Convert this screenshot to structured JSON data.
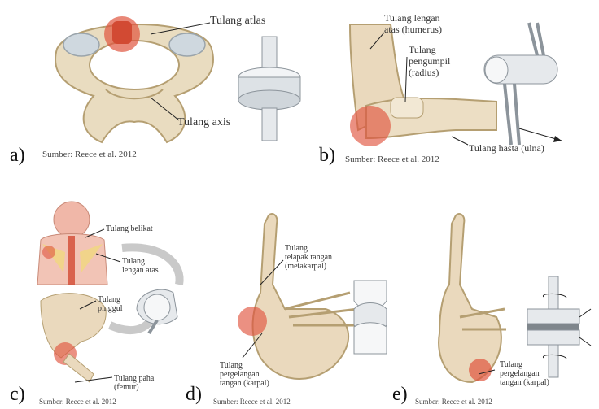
{
  "panels": {
    "a": {
      "letter": "a)",
      "labels": [
        "Tulang atlas",
        "Tulang axis"
      ],
      "source": "Sumber: Reece et al. 2012"
    },
    "b": {
      "letter": "b)",
      "labels": [
        "Tulang lengan",
        "atas (humerus)",
        "Tulang",
        "pengumpil",
        "(radius)",
        "Tulang hasta (ulna)"
      ],
      "source": "Sumber: Reece et al. 2012"
    },
    "c": {
      "letter": "c)",
      "labels": [
        "Tulang belikat",
        "Tulang",
        "lengan atas",
        "Tulang",
        "pinggul",
        "Tulang paha",
        "(femur)"
      ],
      "source": "Sumber: Reece et al. 2012"
    },
    "d": {
      "letter": "d)",
      "labels": [
        "Tulang",
        "telapak tangan",
        "(metakarpal)",
        "Tulang",
        "pergelangan",
        "tangan (karpal)"
      ],
      "source": "Sumber: Reece et al. 2012"
    },
    "e": {
      "letter": "e)",
      "labels": [
        "Tulang",
        "pergelangan",
        "tangan (karpal)"
      ],
      "source": "Sumber: Reece et al. 2012"
    }
  },
  "colors": {
    "bone": "#e9dcc0",
    "bone_shade": "#c9b690",
    "highlight": "#e0553f",
    "model": "#e6e9ec",
    "model_edge": "#8c949b"
  }
}
